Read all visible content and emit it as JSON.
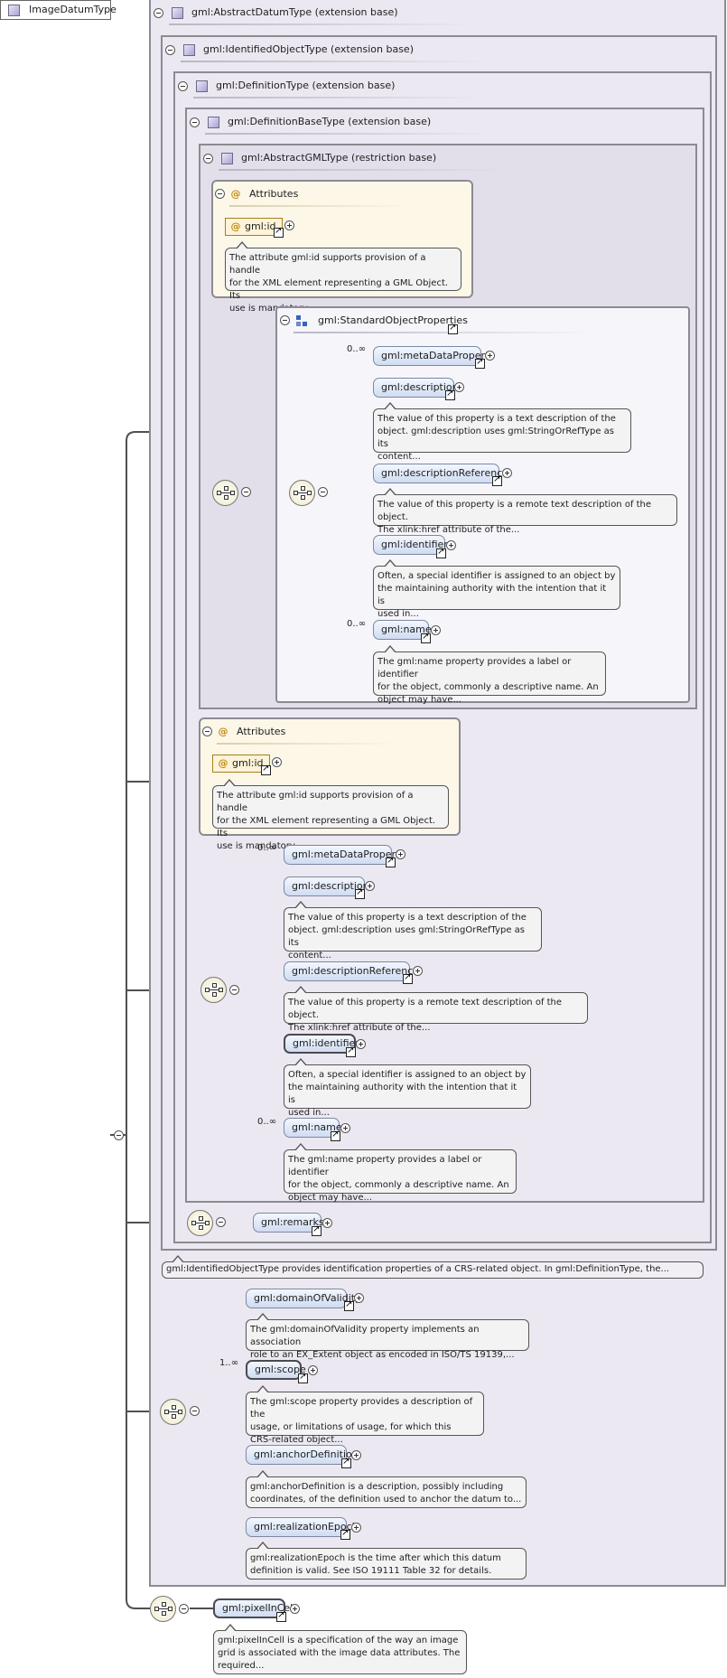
{
  "root": {
    "label": "ImageDatumType"
  },
  "frames": {
    "abstract_datum": "gml:AbstractDatumType (extension base)",
    "identified_object": "gml:IdentifiedObjectType (extension base)",
    "definition": "gml:DefinitionType (extension base)",
    "definition_base": "gml:DefinitionBaseType (extension base)",
    "abstract_gml": "gml:AbstractGMLType (restriction base)"
  },
  "attributes_label": "Attributes",
  "gml_id": {
    "label": "gml:id",
    "doc": [
      "The attribute gml:id supports provision of a handle",
      "for the XML element representing a GML Object. Its",
      "use is mandatory..."
    ]
  },
  "standard_object_properties": {
    "label": "gml:StandardObjectProperties"
  },
  "occurrences": {
    "zero_many": "0..∞",
    "one_many": "1..∞"
  },
  "properties": {
    "metadata": {
      "label": "gml:metaDataProperty"
    },
    "description": {
      "label": "gml:description",
      "doc": [
        "The value of this property is a text description of the",
        "object. gml:description uses gml:StringOrRefType as its",
        "content..."
      ]
    },
    "description_reference": {
      "label": "gml:descriptionReference",
      "doc": [
        "The value of this property is a remote text description of the object.",
        "The xlink:href attribute of the..."
      ]
    },
    "identifier": {
      "label": "gml:identifier",
      "doc": [
        "Often, a special identifier is assigned to an object by",
        "the maintaining authority with the intention that it is",
        "used in..."
      ]
    },
    "name": {
      "label": "gml:name",
      "doc": [
        "The gml:name property provides a label or identifier",
        "for the object, commonly a descriptive name. An",
        "object may have..."
      ]
    },
    "remarks": {
      "label": "gml:remarks"
    },
    "domain_of_validity": {
      "label": "gml:domainOfValidity",
      "doc": [
        "The gml:domainOfValidity property implements an association",
        "role to an EX_Extent object as encoded in ISO/TS 19139,..."
      ]
    },
    "scope": {
      "label": "gml:scope",
      "doc": [
        "The gml:scope property provides a description of the",
        "usage, or limitations of usage, for which this",
        "CRS-related object..."
      ]
    },
    "anchor_definition": {
      "label": "gml:anchorDefinition",
      "doc": [
        "gml:anchorDefinition is a description, possibly including",
        "coordinates, of the definition used to anchor the datum to..."
      ]
    },
    "realization_epoch": {
      "label": "gml:realizationEpoch",
      "doc": [
        "gml:realizationEpoch is the time after which this datum",
        "definition is valid. See ISO 19111 Table 32 for details."
      ]
    },
    "pixel_in_cell": {
      "label": "gml:pixelInCell",
      "doc": [
        "gml:pixelInCell is a specification of the way an image",
        "grid is associated with the image data attributes. The",
        "required..."
      ]
    }
  },
  "identified_object_doc": "gml:IdentifiedObjectType provides identification properties of a CRS-related object. In gml:DefinitionType, the..."
}
